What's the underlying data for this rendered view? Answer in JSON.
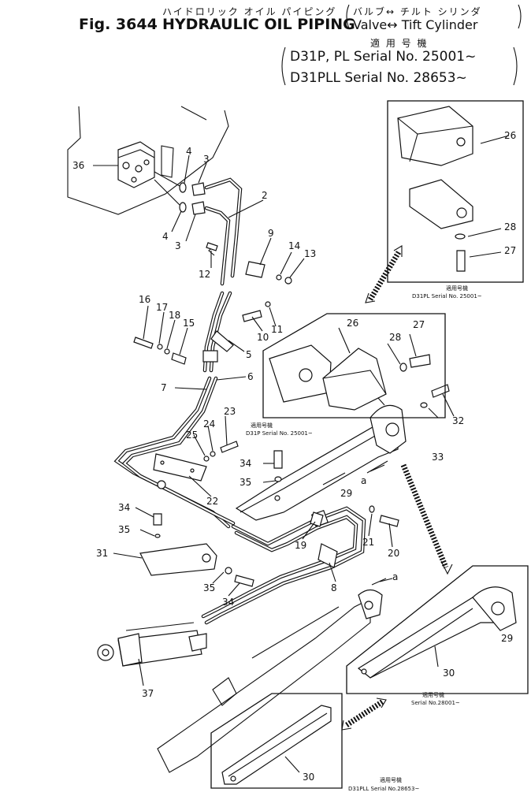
{
  "header": {
    "fig_label": "Fig. 3644",
    "title_en": "HYDRAULIC OIL PIPING",
    "title_jp": "ハイドロリック オイル パイピング",
    "subtitle_jp": "バルブ↔ チルト シリンダ",
    "subtitle_en": "Valve↔ Tift Cylinder",
    "applicable_jp": "適 用 号 機",
    "serial_line_1": "D31P, PL Serial No. 25001~",
    "serial_line_2": "D31PLL    Serial No. 28653~"
  },
  "insets": {
    "d31pl_top": {
      "jp": "適用号機",
      "serial": "D31PL Serial No. 25001~"
    },
    "d31p_mid": {
      "jp": "適用号機",
      "serial": "D31P Serial No. 25001~"
    },
    "d31pl_right": {
      "jp": "適用号機",
      "serial": "Serial No.28001~"
    },
    "d31pll_bottom": {
      "jp": "適用号機",
      "serial": "D31PLL Serial No.28653~"
    }
  },
  "callouts": {
    "c36": "36",
    "c4a": "4",
    "c3a": "3",
    "c2": "2",
    "c4b": "4",
    "c3b": "3",
    "c12": "12",
    "c9": "9",
    "c14": "14",
    "c13": "13",
    "c16": "16",
    "c17": "17",
    "c18": "18",
    "c15": "15",
    "c10": "10",
    "c11": "11",
    "c5": "5",
    "c6": "6",
    "c7": "7",
    "c26a": "26",
    "c28a": "28",
    "c27a": "27",
    "c26b": "26",
    "c28b": "28",
    "c27b": "27",
    "c32": "32",
    "c33": "33",
    "c23": "23",
    "c24": "24",
    "c25": "25",
    "c22": "22",
    "c34a": "34",
    "c35a": "35",
    "c29a": "29",
    "ca1": "a",
    "c34b": "34",
    "c35b": "35",
    "c31": "31",
    "c19": "19",
    "c21": "21",
    "c20": "20",
    "c8": "8",
    "c35c": "35",
    "c34c": "34",
    "ca2": "a",
    "c37": "37",
    "c29b": "29",
    "c30a": "30",
    "c30b": "30"
  }
}
